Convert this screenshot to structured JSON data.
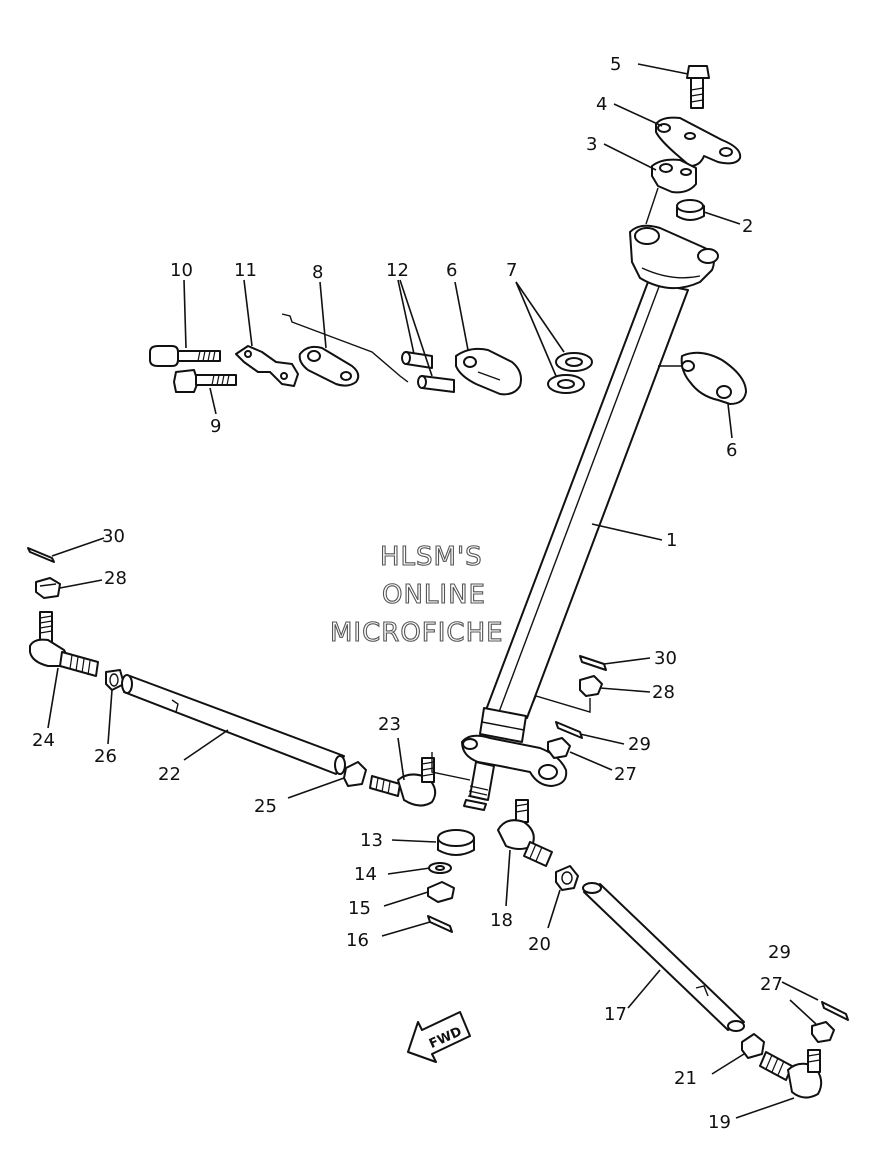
{
  "watermark": {
    "line1": "HLSM'S",
    "line2": "ONLINE",
    "line3": "MICROFICHE"
  },
  "fwd_label": "FWD",
  "callouts": {
    "c1": "1",
    "c2": "2",
    "c3": "3",
    "c4": "4",
    "c5": "5",
    "c6a": "6",
    "c6b": "6",
    "c7": "7",
    "c8": "8",
    "c9": "9",
    "c10": "10",
    "c11": "11",
    "c12": "12",
    "c13": "13",
    "c14": "14",
    "c15": "15",
    "c16": "16",
    "c17": "17",
    "c18": "18",
    "c19": "19",
    "c20": "20",
    "c21": "21",
    "c22": "22",
    "c23": "23",
    "c24": "24",
    "c25": "25",
    "c26": "26",
    "c27a": "27",
    "c27b": "27",
    "c28a": "28",
    "c28b": "28",
    "c29a": "29",
    "c29b": "29",
    "c30a": "30",
    "c30b": "30"
  }
}
